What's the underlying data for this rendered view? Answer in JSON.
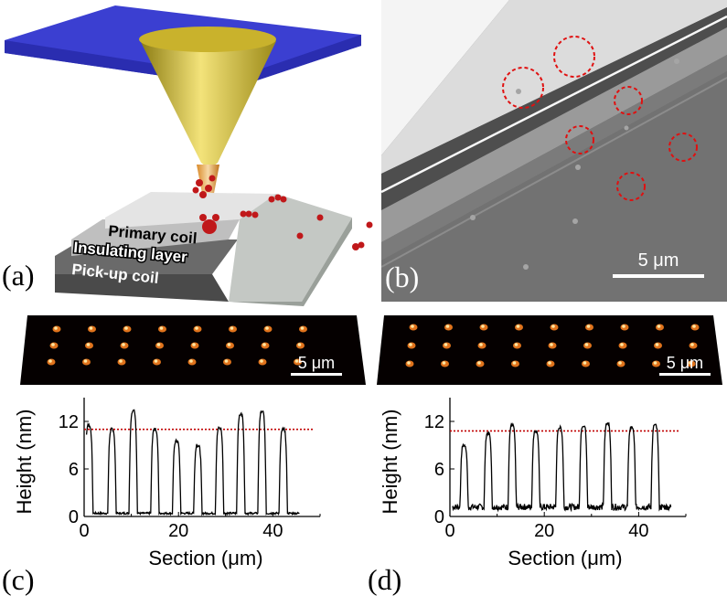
{
  "panels": {
    "a": {
      "label": "(a)",
      "layers": [
        "Primary coil",
        "Insulating layer",
        "Pick-up coil"
      ]
    },
    "b": {
      "label": "(b)",
      "scale_bar": "5 μm"
    },
    "afm_c": {
      "scale_bar": "5 μm"
    },
    "afm_d": {
      "scale_bar": "5 μm"
    },
    "c": {
      "label": "(c)"
    },
    "d": {
      "label": "(d)"
    }
  },
  "colors": {
    "cantilever": "#3b3fd1",
    "tip": "#d8c02a",
    "droplet": "#c0181a",
    "reference_line": "#c00000"
  },
  "chart_data": [
    {
      "type": "line",
      "panel": "c",
      "xlabel": "Section (μm)",
      "ylabel": "Height (nm)",
      "xlim": [
        0,
        50
      ],
      "ylim": [
        0,
        15
      ],
      "xticks": [
        0,
        20,
        40
      ],
      "yticks": [
        0,
        6,
        12
      ],
      "reference_y": 11,
      "peak_x": [
        1.0,
        5.9,
        10.4,
        15.0,
        19.6,
        24.1,
        28.7,
        33.2,
        37.7,
        42.2
      ],
      "peak_y": [
        11.5,
        11.0,
        13.3,
        11.0,
        9.5,
        9.0,
        11.2,
        12.9,
        13.2,
        11.0
      ]
    },
    {
      "type": "line",
      "panel": "d",
      "xlabel": "Section (μm)",
      "ylabel": "Height (nm)",
      "xlim": [
        0,
        50
      ],
      "ylim": [
        0,
        15
      ],
      "xticks": [
        0,
        20,
        40
      ],
      "yticks": [
        0,
        6,
        12
      ],
      "reference_y": 10.8,
      "peak_x": [
        3.0,
        8.1,
        13.2,
        18.2,
        23.3,
        28.3,
        33.4,
        38.5,
        43.5
      ],
      "peak_y": [
        9.0,
        10.5,
        11.5,
        10.8,
        11.2,
        11.5,
        11.8,
        11.2,
        11.5
      ]
    }
  ]
}
